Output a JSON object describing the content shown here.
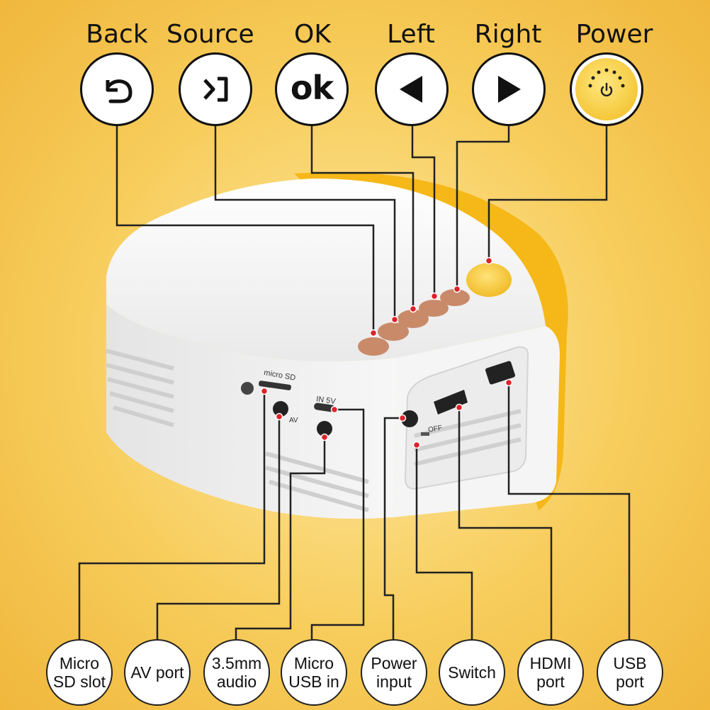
{
  "top_controls": [
    {
      "key": "back",
      "label": "Back",
      "icon": "back-arrow-icon"
    },
    {
      "key": "source",
      "label": "Source",
      "icon": "source-input-icon"
    },
    {
      "key": "ok",
      "label": "OK",
      "icon": "ok-icon",
      "glyph": "ok"
    },
    {
      "key": "left",
      "label": "Left",
      "icon": "left-triangle-icon"
    },
    {
      "key": "right",
      "label": "Right",
      "icon": "right-triangle-icon"
    },
    {
      "key": "power",
      "label": "Power",
      "icon": "power-knob-icon"
    }
  ],
  "bottom_ports": [
    {
      "key": "micro-sd-slot",
      "line1": "Micro",
      "line2": "SD slot"
    },
    {
      "key": "av-port",
      "line1": "AV port",
      "line2": ""
    },
    {
      "key": "audio-jack",
      "line1": "3.5mm",
      "line2": "audio"
    },
    {
      "key": "micro-usb-in",
      "line1": "Micro",
      "line2": "USB in"
    },
    {
      "key": "power-input",
      "line1": "Power",
      "line2": "input"
    },
    {
      "key": "switch",
      "line1": "Switch",
      "line2": ""
    },
    {
      "key": "hdmi-port",
      "line1": "HDMI",
      "line2": "port"
    },
    {
      "key": "usb-port",
      "line1": "USB",
      "line2": "port"
    }
  ],
  "device_labels": {
    "micro_sd": "micro SD",
    "av": "AV",
    "in_5v": "IN 5V",
    "off": "OFF"
  },
  "colors": {
    "background": "#f7cd5c",
    "device_body": "#f2f2f2",
    "device_accent": "#f5b818",
    "button_brown": "#c98a6a",
    "power_knob": "#f7d34a",
    "marker_red": "#e0222a",
    "line": "#222222"
  }
}
